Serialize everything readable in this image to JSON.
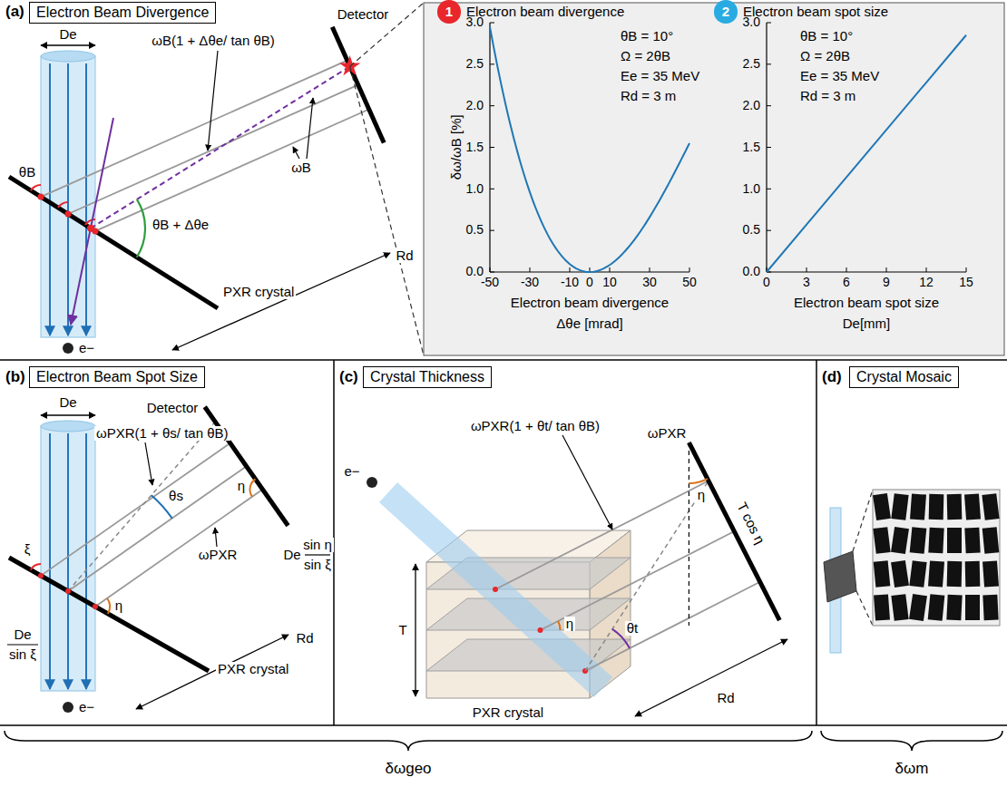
{
  "diagram": {
    "nodes": [
      {
        "text": [
          "Electron Beam Divergence"
        ]
      },
      {
        "text": [
          "1"
        ]
      },
      {
        "text": [
          "2"
        ]
      },
      {
        "text": [
          "Electron Beam Spot Size"
        ]
      },
      {
        "text": [
          "Crystal Thickness"
        ]
      },
      {
        "text": [
          "Crystal Mosaic"
        ]
      }
    ],
    "edges": [],
    "labels": [
      "(a)",
      "Detector",
      "ωB(1 + Δθe/ tan θB)",
      "De",
      "θB",
      "ωB",
      "θB + Δθe",
      "PXR crystal",
      "e−",
      "Rd",
      "Electron beam divergence",
      "θB = 10°",
      "Ω = 2θB",
      "Ee = 35 MeV",
      "Rd = 3 m",
      "δω/ωB [%]",
      "3.0",
      "2.5",
      "2.0",
      "1.5",
      "1.0",
      "0.5",
      "0.0",
      "-50",
      "-30",
      "-10",
      "0",
      "10",
      "30",
      "50",
      "Electron beam divergence",
      "Δθe [mrad]",
      "Electron beam spot size",
      "θB = 10°",
      "Ω = 2θB",
      "Ee = 35 MeV",
      "Rd = 3 m",
      "3.0",
      "2.5",
      "2.0",
      "1.5",
      "1.0",
      "0.5",
      "0.0",
      "0",
      "3",
      "6",
      "9",
      "12",
      "15",
      "Electron beam spot size",
      "De[mm]",
      "(b)",
      "ωPXR(1 + θs/ tan θB)",
      "Detector",
      "De",
      "ξ",
      "De",
      "sin ξ",
      "η",
      "De",
      "sin η",
      "sin ξ",
      "η",
      "θs",
      "ωPXR",
      "PXR crystal",
      "e−",
      "Rd",
      "(c)",
      "ωPXR(1 + θt/ tan θB)",
      "ωPXR",
      "e−",
      "T cos η",
      "T",
      "η",
      "θt",
      "η",
      "PXR crystal",
      "Rd",
      "(d)",
      "δωgeo",
      "δωm"
    ]
  }
}
